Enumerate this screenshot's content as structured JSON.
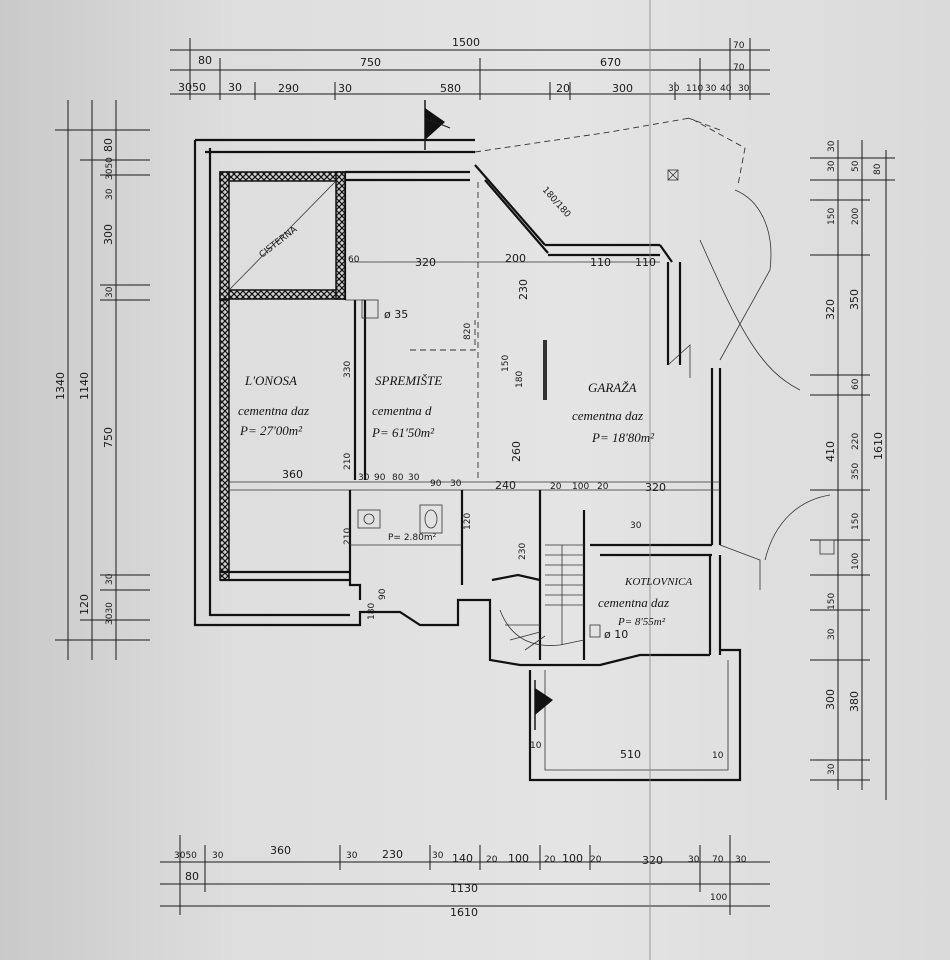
{
  "dimensions": {
    "top_total": "1500",
    "top_sub": [
      "80",
      "750",
      "670",
      "70",
      "70"
    ],
    "top_detail": [
      "3050",
      "30",
      "290",
      "30",
      "580",
      "20",
      "300",
      "30",
      "110",
      "30",
      "40",
      "30"
    ],
    "left_total": "1340",
    "left_inner": "1140",
    "left_detail": [
      "80",
      "3050",
      "30",
      "300",
      "30",
      "750",
      "30",
      "120",
      "3030"
    ],
    "right_total": "1610",
    "right_detail": [
      "30",
      "30",
      "50",
      "80",
      "150",
      "200",
      "320",
      "350",
      "60",
      "410",
      "220",
      "350",
      "150",
      "100",
      "150",
      "30",
      "300",
      "380",
      "30"
    ],
    "bottom_detail": [
      "3050",
      "30",
      "360",
      "30",
      "230",
      "30",
      "140",
      "20",
      "100",
      "20",
      "100",
      "20",
      "320",
      "30",
      "70",
      "30"
    ],
    "bottom_sub": [
      "80",
      "1130",
      "100"
    ],
    "bottom_total": "1610",
    "interior": [
      "60",
      "320",
      "200",
      "110",
      "110",
      "230",
      "150",
      "180",
      "260",
      "330",
      "210",
      "210",
      "360",
      "240",
      "20",
      "100",
      "20",
      "320",
      "30",
      "90",
      "80",
      "30",
      "90",
      "30",
      "120",
      "230",
      "510",
      "10",
      "10",
      "30",
      "180",
      "820",
      "180/180",
      "90"
    ]
  },
  "rooms": {
    "lonosa": {
      "name": "L'ONOSA",
      "floor": "cementna daz",
      "area": "P= 27'00m²"
    },
    "spremiste": {
      "name": "SPREMIŠTE",
      "floor": "cementna d",
      "area": "P= 61'50m²"
    },
    "garaza": {
      "name": "GARAŽA",
      "floor": "cementna daz",
      "area": "P= 18'80m²"
    },
    "kotlovnica": {
      "name": "KOTLOVNICA",
      "floor": "cementna daz",
      "area": "P= 8'55m²"
    },
    "cisterna": {
      "name": "CISTERNA"
    },
    "wc": {
      "area": "P= 2.80m²"
    }
  },
  "symbols": {
    "column_top": "ø 35",
    "column_bottom": "ø 10"
  },
  "colors": {
    "paper": "#e0e0e0",
    "ink": "#111111"
  }
}
